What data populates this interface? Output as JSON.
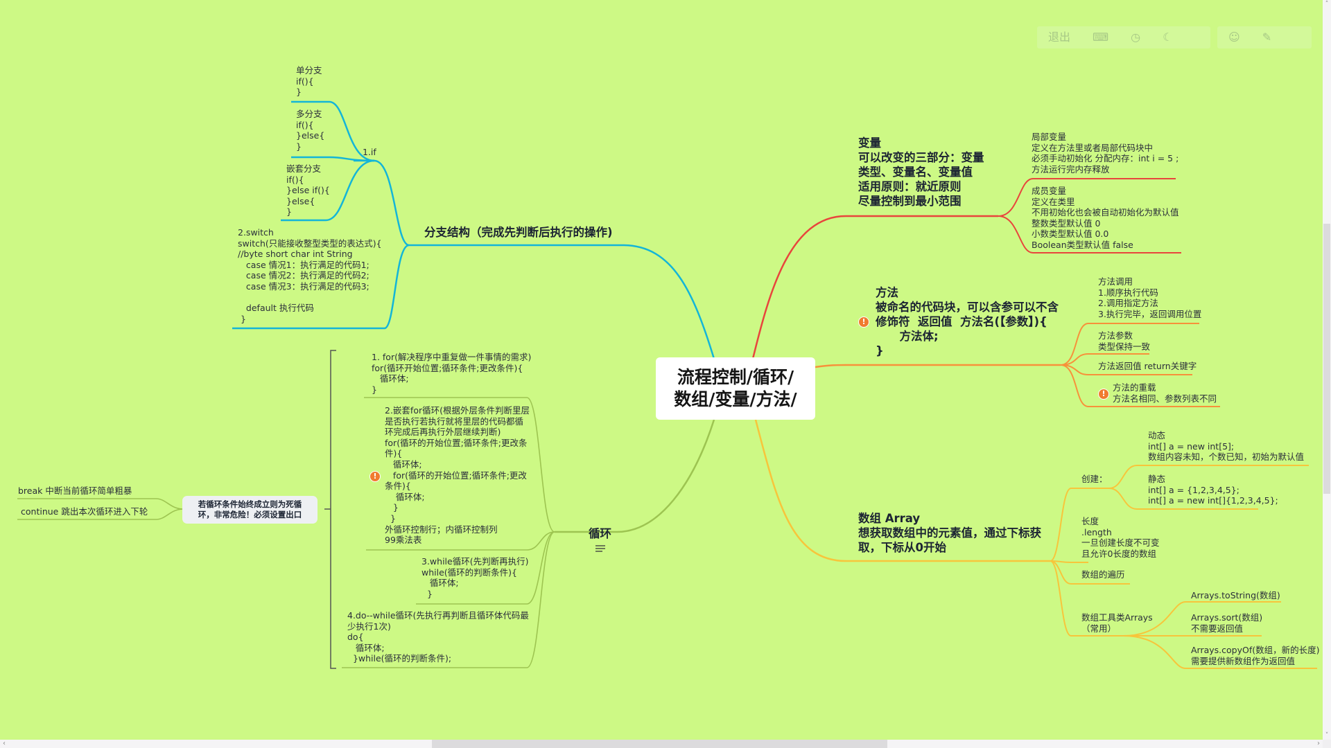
{
  "toolbar": {
    "exit_label": "退出",
    "icons": [
      "keyboard-icon",
      "clock-icon",
      "moon-icon",
      "smiley-icon",
      "pin-icon"
    ]
  },
  "central": {
    "title": "流程控制/循环/\n数组/变量/方法/"
  },
  "branch": {
    "title": "分支结构（完成先判断后执行的操作)",
    "color": "#13b5d8",
    "if_label": "1.if",
    "if_single": "单分支\nif(){\n}",
    "if_multi": "多分支\nif(){\n}else{\n}",
    "if_nested": "嵌套分支\nif(){\n}else if(){\n}else{\n}",
    "switch": "2.switch\nswitch(只能接收整型类型的表达式){\n//byte short char int String\n   case 情况1：执行满足的代码1;\n   case 情况2：执行满足的代码2;\n   case 情况3：执行满足的代码3;\n\n   default 执行代码\n }"
  },
  "loop": {
    "title": "循环",
    "color": "#9dc451",
    "items": [
      "1. for(解决程序中重复做一件事情的需求)\nfor(循环开始位置;循环条件;更改条件){\n   循环体;\n}",
      "2.嵌套for循环(根据外层条件判断里层\n是否执行若执行就将里层的代码都循\n环完成后再执行外层继续判断)\nfor(循环的开始位置;循环条件;更改条\n件){\n   循环体;\n   for(循环的开始位置;循环条件;更改\n条件){\n    循环体;\n   }\n  }\n外循环控制行；内循环控制列\n99乘法表",
      "3.while循环(先判断再执行)\nwhile(循环的判断条件){\n   循环体;\n  }",
      "4.do--while循环(先执行再判断且循环体代码最\n少执行1次)\ndo{\n   循环体;\n  }while(循环的判断条件);"
    ],
    "note": "若循环条件始终成立则为死循\n环，非常危险！必须设置出口",
    "break": "break 中断当前循环简单粗暴",
    "continue": "continue 跳出本次循环进入下轮"
  },
  "variable": {
    "title": "变量\n可以改变的三部分：变量\n类型、变量名、变量值\n适用原则：就近原则\n尽量控制到最小范围",
    "color": "#e8453c",
    "local": "局部变量\n定义在方法里或者局部代码块中\n必须手动初始化 分配内存：int i = 5 ;\n方法运行完内存释放",
    "member": "成员变量\n定义在类里\n不用初始化也会被自动初始化为默认值\n整数类型默认值 0\n小数类型默认值 0.0\nBoolean类型默认值 false"
  },
  "method": {
    "title": "方法\n被命名的代码块，可以含参可以不含\n修饰符  返回值  方法名(【参数】){\n      方法体;\n}",
    "color": "#f7913a",
    "call": "方法调用\n1.顺序执行代码\n2.调用指定方法\n3.执行完毕，返回调用位置",
    "params": "方法参数\n类型保持一致",
    "return": "方法返回值 return关键字",
    "overload": "方法的重载\n方法名相同、参数列表不同"
  },
  "array": {
    "title": "数组 Array\n想获取数组中的元素值，通过下标获\n取，下标从0开始",
    "color": "#f7c53b",
    "create_label": "创建：",
    "dynamic": "动态\nint[] a = new int[5];\n数组内容未知，个数已知，初始为默认值",
    "static": "静态\nint[] a = {1,2,3,4,5};\nint[] a = new int[]{1,2,3,4,5};",
    "length": "长度\n.length\n一旦创建长度不可变\n且允许0长度的数组",
    "traverse": "数组的遍历",
    "tools_label": "数组工具类Arrays\n（常用）",
    "tostring": "Arrays.toString(数组)",
    "sort": "Arrays.sort(数组)\n不需要返回值",
    "copyof": "Arrays.copyOf(数组，新的长度)\n需要提供新数组作为返回值"
  },
  "scrollbars": {
    "up": "˄",
    "down": "˅",
    "left": "‹",
    "right": "›"
  }
}
